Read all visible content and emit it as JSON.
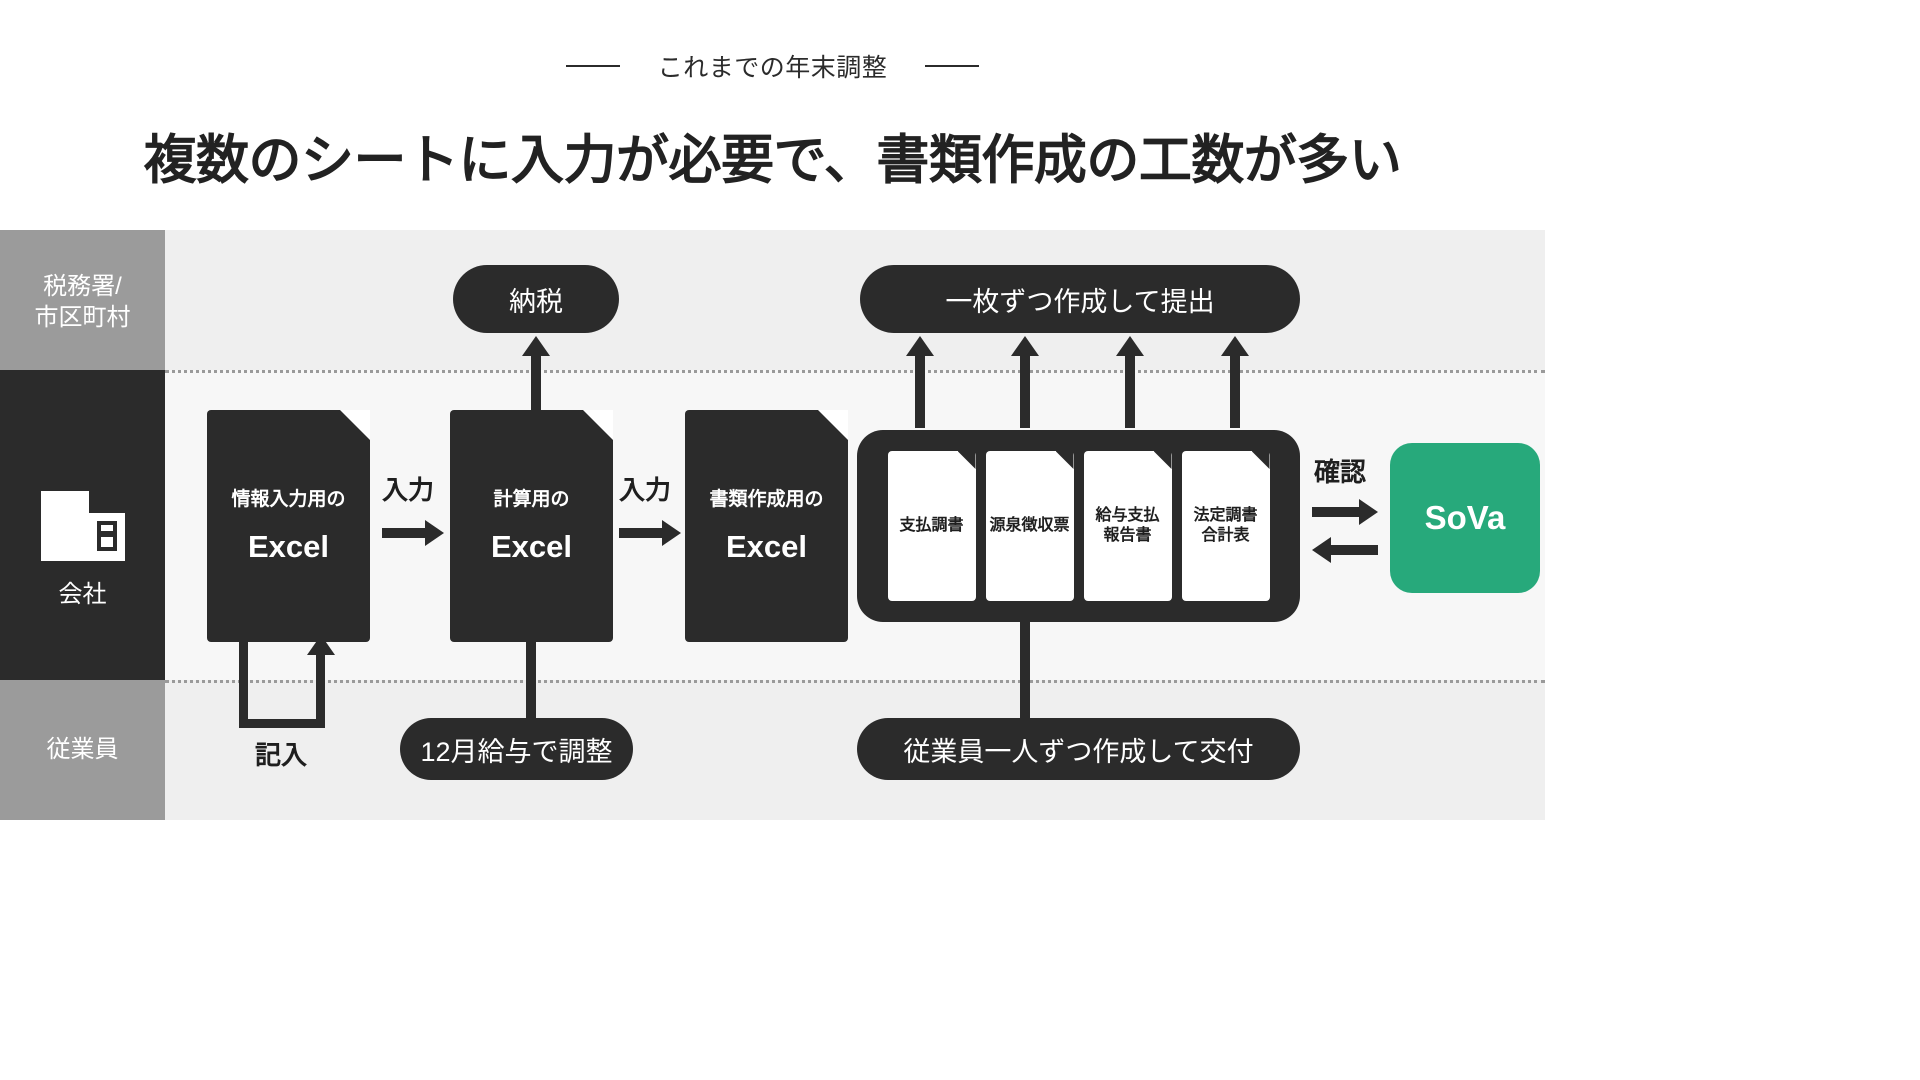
{
  "header": {
    "eyebrow": "これまでの年末調整",
    "headline": "複数のシートに入力が必要で、書類作成の工数が多い"
  },
  "lanes": [
    {
      "id": "gov",
      "label": "税務署/\n市区町村"
    },
    {
      "id": "corp",
      "label": "会社",
      "icon": "office-building-icon"
    },
    {
      "id": "emp",
      "label": "従業員"
    }
  ],
  "lane_labels": {
    "gov_line1": "税務署/",
    "gov_line2": "市区町村",
    "corp": "会社",
    "emp": "従業員"
  },
  "pills": {
    "tax_payment": "納税",
    "submit_one_by_one": "一枚ずつ作成して提出",
    "december_adjust": "12月給与で調整",
    "issue_per_employee": "従業員一人ずつ作成して交付"
  },
  "excel_cards": [
    {
      "sub": "情報入力用の",
      "main": "Excel"
    },
    {
      "sub": "計算用の",
      "main": "Excel"
    },
    {
      "sub": "書類作成用の",
      "main": "Excel"
    }
  ],
  "documents": [
    {
      "line1": "支払調書",
      "line2": ""
    },
    {
      "line1": "源泉徴収票",
      "line2": ""
    },
    {
      "line1": "給与支払",
      "line2": "報告書"
    },
    {
      "line1": "法定調書",
      "line2": "合計表"
    }
  ],
  "connector_labels": {
    "input_1": "入力",
    "input_2": "入力",
    "write_in": "記入",
    "confirm": "確認"
  },
  "sova": {
    "label": "SoVa"
  },
  "colors": {
    "dark": "#2b2b2b",
    "gray_lane": "#9b9b9b",
    "canvas": "#efefef",
    "band": "#f7f7f7",
    "accent_green": "#27a97b",
    "white": "#ffffff"
  }
}
